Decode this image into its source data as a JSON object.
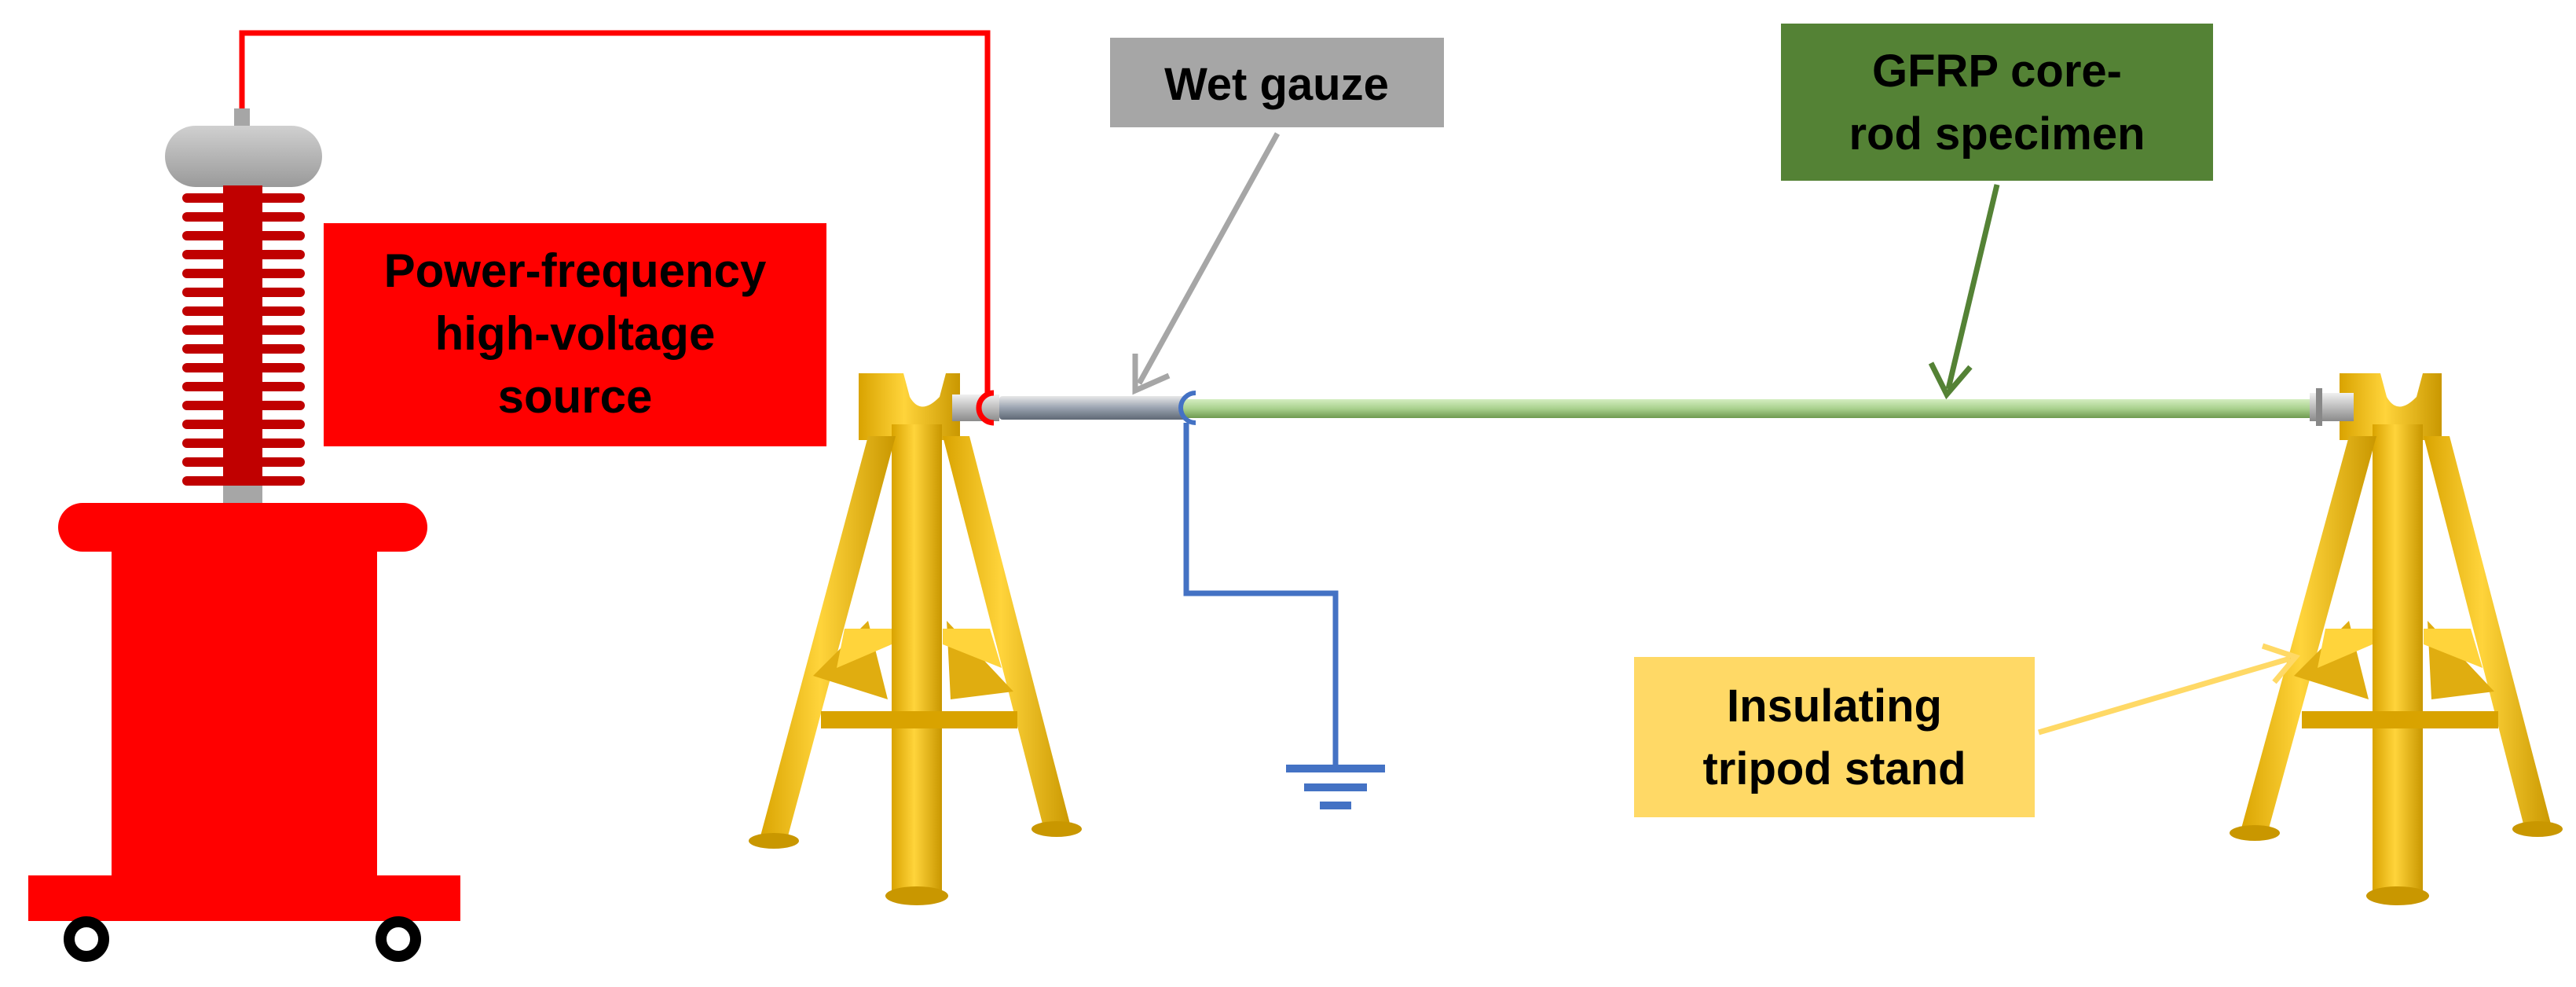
{
  "labels": {
    "source_line1": "Power-frequency",
    "source_line2": "high-voltage",
    "source_line3": "source",
    "gauze": "Wet gauze",
    "specimen_line1": "GFRP core-",
    "specimen_line2": "rod specimen",
    "stand_line1": "Insulating",
    "stand_line2": "tripod stand"
  },
  "colors": {
    "source_red": "#ff0000",
    "bushing_dark_red": "#c00000",
    "cap_gray": "#a6a6a6",
    "gauze_gray": "#a6a6a6",
    "specimen_green": "#548235",
    "rod_light_green": "#a9d18e",
    "stand_yellow": "#ffd966",
    "tripod_gold": "#f2c01e",
    "ground_blue": "#4472c4"
  }
}
